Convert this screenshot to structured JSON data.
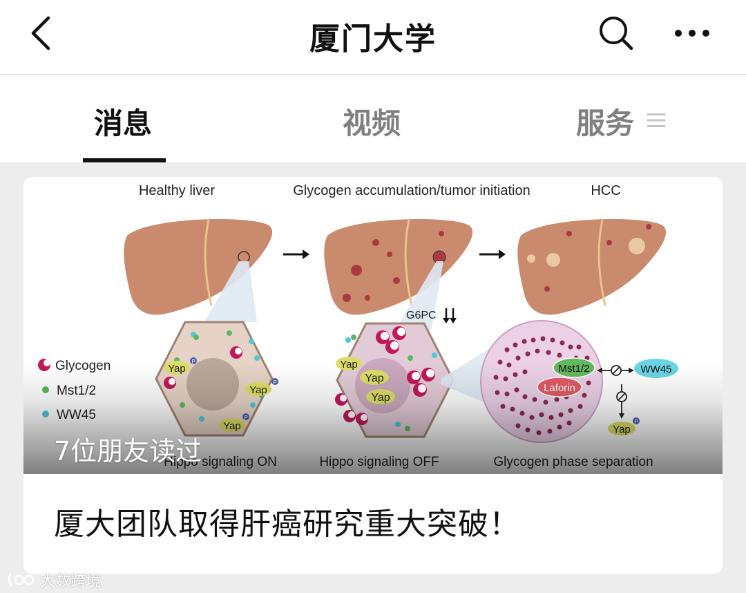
{
  "header": {
    "title": "厦门大学",
    "back_icon": "chevron-left-icon",
    "search_icon": "search-icon",
    "more_icon": "more-horizontal-icon"
  },
  "tabs": [
    {
      "label": "消息",
      "active": true
    },
    {
      "label": "视频",
      "active": false
    },
    {
      "label": "服务",
      "active": false
    }
  ],
  "tabs_menu_icon": "menu-icon",
  "article": {
    "readers": "7位朋友读过",
    "headline": "厦大团队取得肝癌研究重大突破！",
    "figure": {
      "stages": [
        "Healthy liver",
        "Glycogen accumulation/tumor initiation",
        "HCC"
      ],
      "legend": [
        "Glycogen",
        "Mst1/2",
        "WW45"
      ],
      "g6pc": "G6PC",
      "yap": "Yap",
      "p": "P",
      "mst": "Mst1/2",
      "ww45": "WW45",
      "laforin": "Laforin",
      "bottom": [
        "Hippo signaling ON",
        "Hippo signaling OFF",
        "Glycogen phase separation"
      ]
    }
  },
  "watermark": {
    "text": "大数跨境"
  },
  "colors": {
    "liver": "#c98a6e",
    "cell_fill": "#e6d2c6",
    "yap": "#dddd66",
    "mst_dot": "#5cb85c",
    "ww45_dot": "#4ec9d6",
    "glycogen": "#c2185b",
    "laforin": "#e05a66",
    "ww45_badge": "#6ad4e6"
  }
}
